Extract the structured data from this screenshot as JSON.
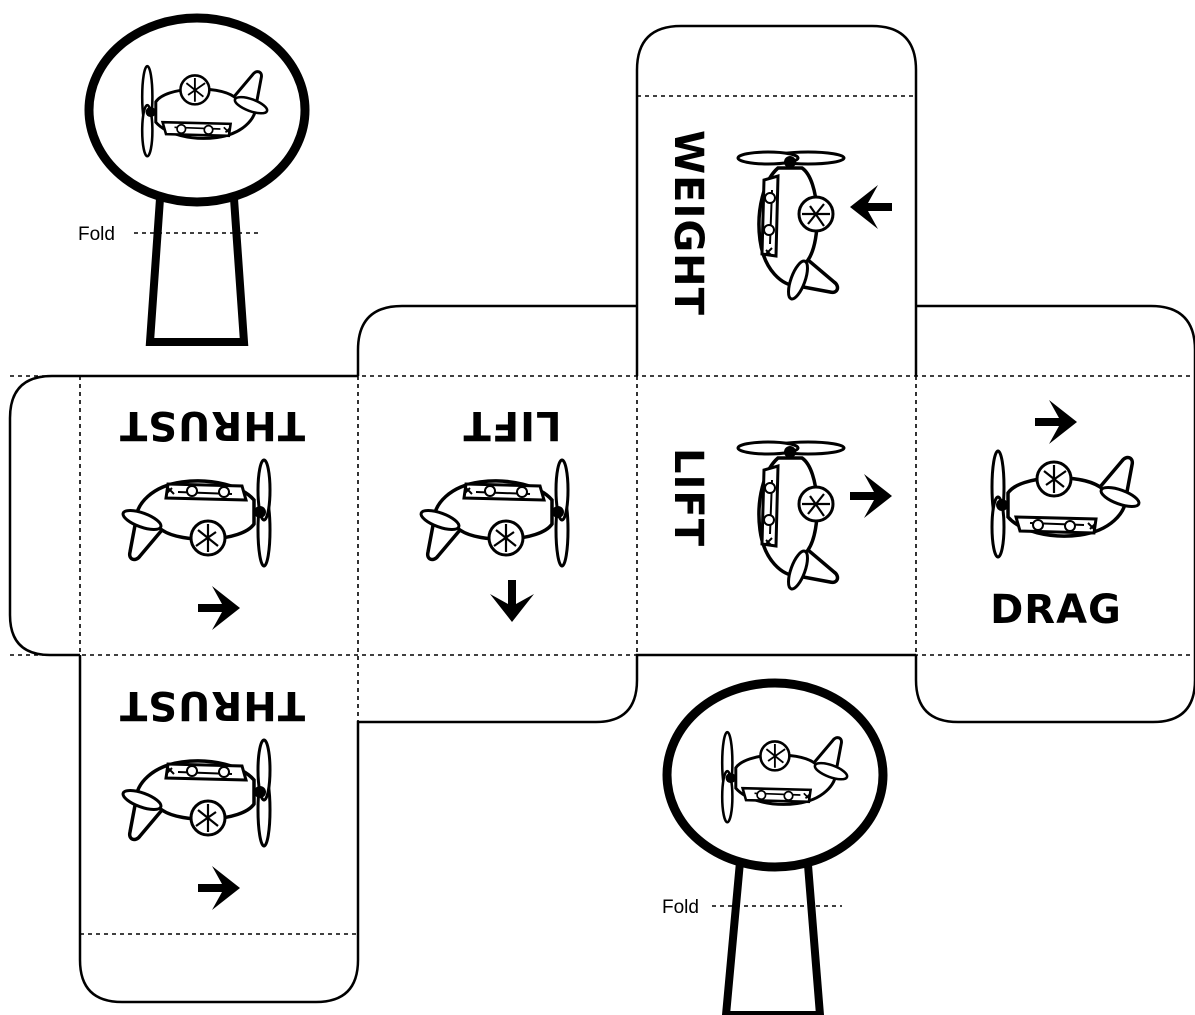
{
  "sheet": {
    "faces": {
      "weight": "WEIGHT",
      "lift_top": "LIFT",
      "lift_right": "LIFT",
      "drag": "DRAG",
      "thrust_top": "THRUST",
      "thrust_bottom": "THRUST"
    },
    "stands": {
      "left_fold_label": "Fold",
      "right_fold_label": "Fold"
    },
    "icons": [
      "airplane-icon",
      "arrow-icon"
    ],
    "colors": {
      "ink": "#000000",
      "paper": "#ffffff"
    }
  }
}
